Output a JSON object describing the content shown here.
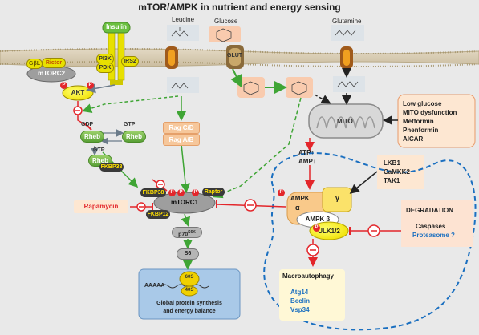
{
  "title": "mTOR/AMPK in nutrient and energy sensing",
  "nutrients": {
    "leucine": "Leucine",
    "glucose": "Glucose",
    "glutamine": "Glutamine",
    "insulin": "Insulin",
    "glut": "GLUT"
  },
  "membrane_proteins": {
    "gbl": "GβL",
    "rictor": "Rictor",
    "pi3k": "PI3K",
    "pdk": "PDK",
    "irs2": "IRS2",
    "mtorc2": "mTORC2"
  },
  "akt": {
    "label": "AKT",
    "p1": "P",
    "p2": "P"
  },
  "rheb": {
    "gdp": "GDP",
    "gtp1": "GTP",
    "gtp2": "GTP",
    "rheb1": "Rheb",
    "rheb2": "Rheb",
    "rheb3": "Rheb",
    "fkbp38a": "FKBP38"
  },
  "rag": {
    "cd": "Rag C/D",
    "ab": "Rag A/B"
  },
  "mtorc1": {
    "fkbp38": "FKBP38",
    "raptor": "Raptor",
    "mtorc1": "mTORC1",
    "fkbp12": "FKBP12",
    "p70": "p70",
    "p70sup": "S6K",
    "s6": "S6",
    "rapamycin": "Rapamycin",
    "p_labels": [
      "P",
      "P",
      "P"
    ]
  },
  "mito": {
    "label": "MITO",
    "atp": "ATP↑",
    "amp": "AMP↓"
  },
  "conditions": [
    "Low glucose",
    "MITO dysfunction",
    "Metformin",
    "Phenformin",
    "AICAR"
  ],
  "kinases": [
    "LKB1",
    "CaMKK2",
    "TAK1"
  ],
  "ampk": {
    "title": "AMPK",
    "alpha": "α",
    "gamma": "γ",
    "beta_label": "AMPK β",
    "ulk": "ULK1/2",
    "p": "P"
  },
  "degradation": {
    "title": "DEGRADATION",
    "caspases": "Caspases",
    "proteasome": "Proteasome ?"
  },
  "macro": {
    "title": "Macroautophagy",
    "items": [
      "Atg14",
      "Beclin",
      "Vsp34"
    ]
  },
  "protein_synth": {
    "aaaa": "AAAAA",
    "s60": "60S",
    "s40": "40S",
    "caption_1": "Global protein synthesis",
    "caption_2": "and energy balance"
  },
  "colors": {
    "membrane": "#cfc2a8",
    "pale_green": "#8fd04a",
    "red": "#e3262b",
    "blue_dash": "#1a6fc0",
    "orange_box": "#f8d8c2",
    "yellow": "#fff200"
  },
  "inhibit_symbol": "⊖"
}
